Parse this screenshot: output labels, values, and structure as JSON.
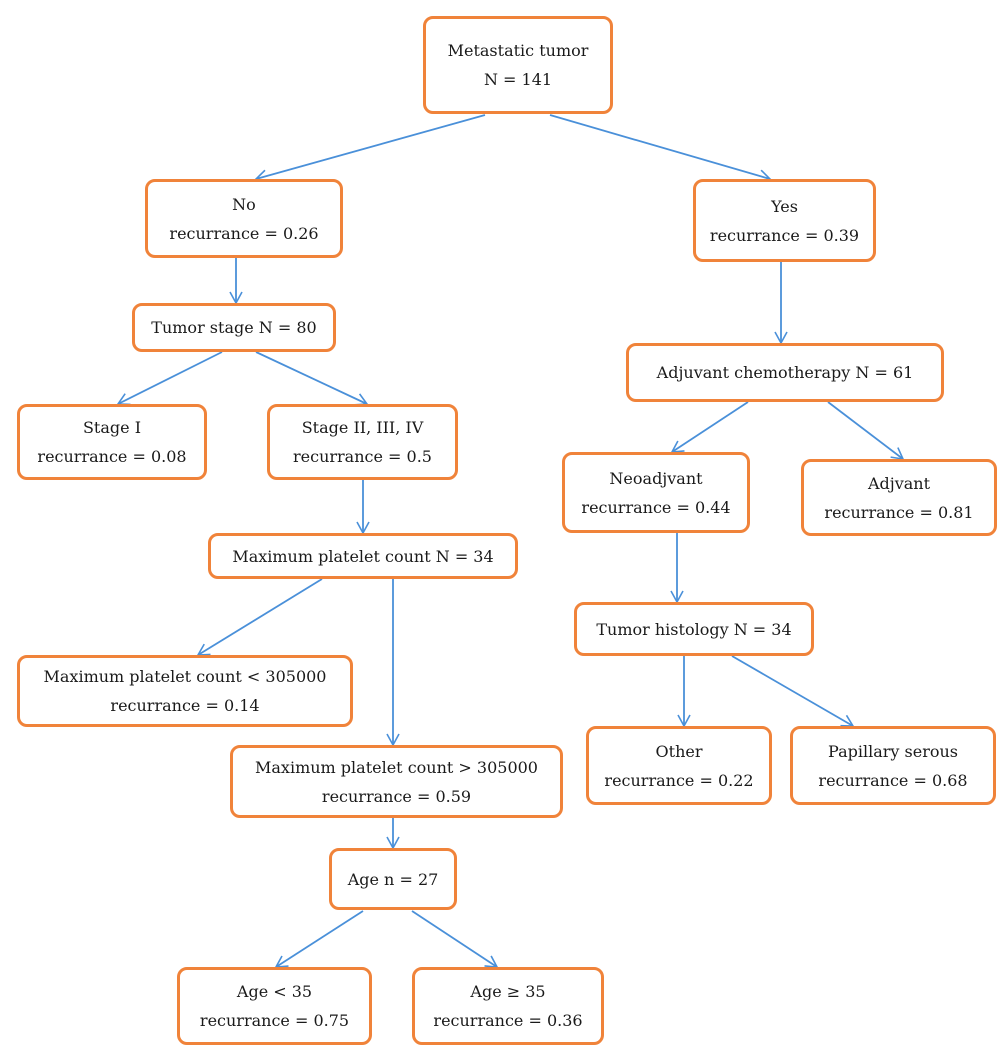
{
  "colors": {
    "node_border": "#f0833a",
    "edge": "#4a90d9",
    "text": "#1a1a1a"
  },
  "nodes": {
    "root": {
      "line1": "Metastatic tumor",
      "line2": "N = 141"
    },
    "no": {
      "line1": "No",
      "line2": "recurrance  = 0.26"
    },
    "yes": {
      "line1": "Yes",
      "line2": "recurrance = 0.39"
    },
    "tumor_stage": {
      "line1": "Tumor stage N = 80"
    },
    "stage1": {
      "line1": "Stage I",
      "line2": "recurrance  = 0.08"
    },
    "stage234": {
      "line1": "Stage II, III, IV",
      "line2": "recurrance = 0.5"
    },
    "max_plt": {
      "line1": "Maximum platelet count N = 34"
    },
    "plt_low": {
      "line1": "Maximum platelet count < 305000",
      "line2": "recurrance  = 0.14"
    },
    "plt_high": {
      "line1": "Maximum platelet count > 305000",
      "line2": "recurrance = 0.59"
    },
    "age": {
      "line1": "Age n = 27"
    },
    "age_lt35": {
      "line1": "Age < 35",
      "line2": "recurrance  = 0.75"
    },
    "age_ge35": {
      "line1": "Age ≥ 35",
      "line2": "recurrance  = 0.36"
    },
    "adjuvant": {
      "line1": "Adjuvant chemotherapy N = 61"
    },
    "neoadj": {
      "line1": "Neoadjvant",
      "line2": "recurrance  = 0.44"
    },
    "adjvant": {
      "line1": "Adjvant",
      "line2": "recurrance  = 0.81"
    },
    "histology": {
      "line1": "Tumor histology N = 34"
    },
    "other": {
      "line1": "Other",
      "line2": "recurrance  = 0.22"
    },
    "papillary": {
      "line1": "Papillary serous",
      "line2": "recurrance  = 0.68"
    }
  }
}
